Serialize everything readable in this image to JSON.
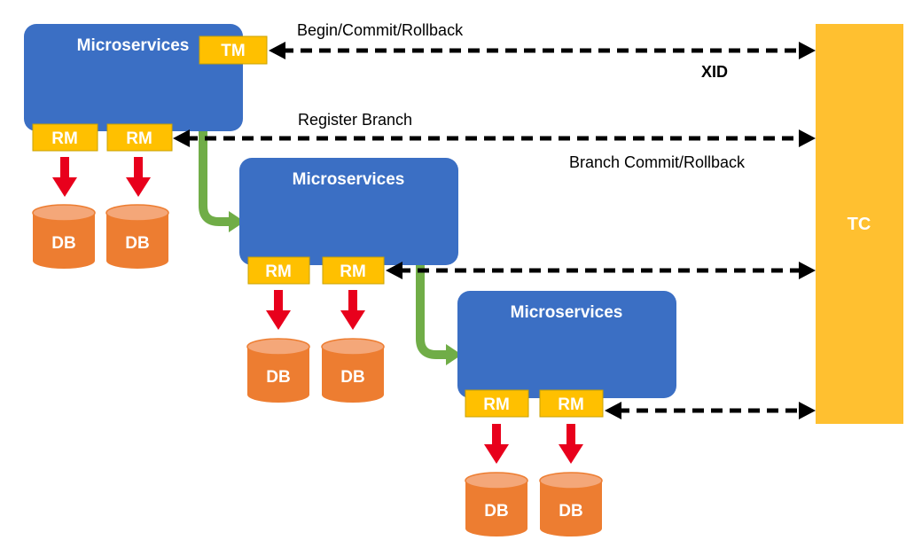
{
  "colors": {
    "microservice_fill": "#3B6FC4",
    "box_fill": "#FFC000",
    "box_stroke": "#C9A200",
    "db_fill": "#ED7D31",
    "db_top": "#F4A779",
    "tc_fill": "#FFC030",
    "red_arrow": "#E8001C",
    "green_arrow": "#70AD47",
    "dashed_arrow": "#000000"
  },
  "microservices": [
    {
      "label": "Microservices"
    },
    {
      "label": "Microservices"
    },
    {
      "label": "Microservices"
    }
  ],
  "tm": {
    "label": "TM"
  },
  "rm": {
    "label": "RM"
  },
  "db": {
    "label": "DB"
  },
  "tc": {
    "label": "TC"
  },
  "flows": {
    "begin_commit_rollback": "Begin/Commit/Rollback",
    "xid": "XID",
    "register_branch": "Register Branch",
    "branch_commit_rollback": "Branch Commit/Rollback"
  }
}
